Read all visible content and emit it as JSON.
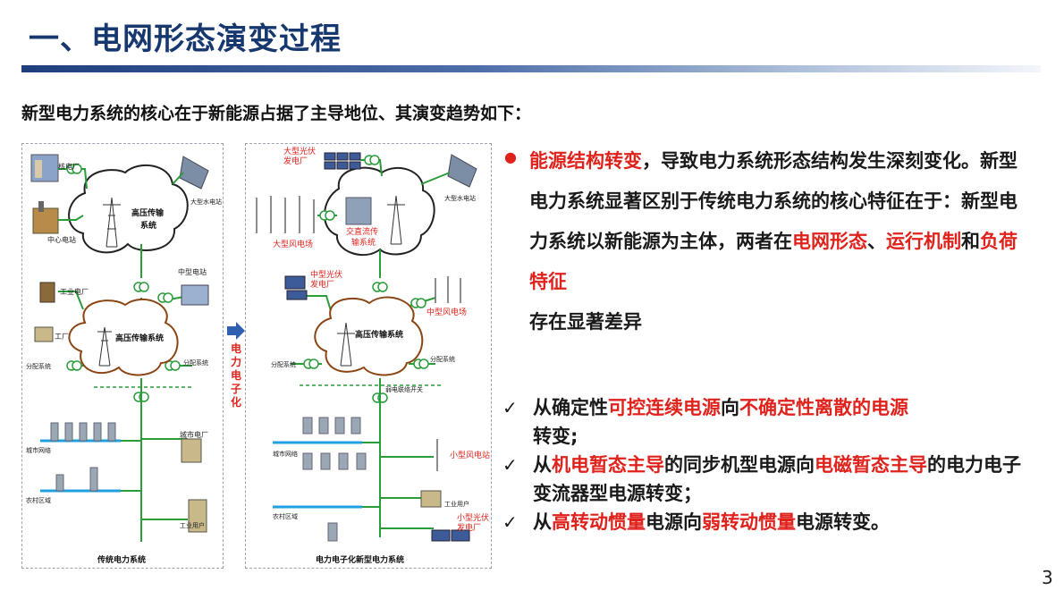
{
  "title": "一、电网形态演变过程",
  "intro": "新型电力系统的核心在于新能源占据了主导地位、其演变趋势如下：",
  "left_diagram": {
    "caption": "传统电力系统",
    "labels": {
      "nuclear": "核电厂",
      "central": "中心电站",
      "hydro": "大型水电站",
      "hv_grid": "高压传输",
      "hv_grid2": "系统",
      "mid_station": "中型电站",
      "industrial_plant": "工业电厂",
      "factory": "工厂",
      "hv_system": "高压传输系统",
      "dist_left": "分配系统",
      "dist_right": "分配系统",
      "city_plant": "城市电厂",
      "city_grid": "城市网络",
      "rural": "农村区域",
      "industrial_user": "工业用户"
    }
  },
  "transition_label": "电力电子化",
  "right_diagram": {
    "caption": "电力电子化新型电力系统",
    "labels": {
      "large_pv": "大型光伏\n发电厂",
      "hydro": "大型水电站",
      "large_wind": "大型风电场",
      "acdc": "交直流传",
      "acdc2": "输系统",
      "mid_pv": "中型光伏\n发电厂",
      "mid_wind": "中型风电场",
      "hv_system": "高压传输系统",
      "dist_left": "分配系统",
      "dist_right": "分配系统",
      "switch": "弱电联络开关",
      "small_wind": "小型风电站",
      "city_grid": "城市网络",
      "industrial_user": "工业用户",
      "rural": "农村区域",
      "small_pv": "小型光伏\n发电厂"
    }
  },
  "main_point": {
    "bullet": "●",
    "lead": "能源结构转变",
    "part1": "，导致电力系统形态结构发生深刻变化。新型电力系统显著区别于传统电力系统的核心特征在于：新型电力系统以新能源为主体，两者在",
    "hl1": "电网形态",
    "sep1": "、",
    "hl2": "运行机制",
    "sep2": "和",
    "hl3": "负荷特征",
    "part2": "存在显著差异"
  },
  "checks": [
    {
      "mark": "✓",
      "p1": "从确定性",
      "h1": "可控连续电源",
      "p2": "向",
      "h2": "不确定性离散的电源",
      "p3": "转变;"
    },
    {
      "mark": "✓",
      "p1": "从",
      "h1": "机电暂态主导",
      "p2": "的同步机型电源向",
      "h2": "电磁暂态主导",
      "p3": "的电力电子变流器型电源转变；"
    },
    {
      "mark": "✓",
      "p1": "从",
      "h1": "高转动惯量",
      "p2": "电源向",
      "h2": "弱转动惯量",
      "p3": "电源转变。"
    }
  ],
  "page_number": "3",
  "colors": {
    "title": "#16386f",
    "accent_red": "#e0221c",
    "grid_green": "#2a9d3a",
    "grid_blue": "#1fa0e0",
    "cloud_brown": "#8b4513"
  }
}
